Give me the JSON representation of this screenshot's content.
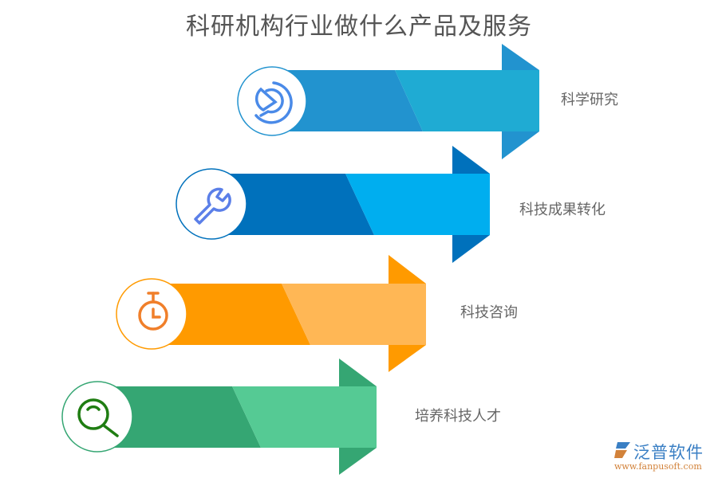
{
  "title": "科研机构行业做什么产品及服务",
  "items": [
    {
      "label": "科学研究",
      "icon": "pie-chart-icon",
      "dark": "#2293cf",
      "light": "#1fabd3",
      "head": "#2293cf",
      "ring": "#2293cf",
      "glyph": "#4a8ae8"
    },
    {
      "label": "科技成果转化",
      "icon": "wrench-icon",
      "dark": "#0071bc",
      "light": "#00aeef",
      "head": "#0071bc",
      "ring": "#0071bc",
      "glyph": "#5b7fe8"
    },
    {
      "label": "科技咨询",
      "icon": "stopwatch-icon",
      "dark": "#ff9a00",
      "light": "#ffb755",
      "head": "#ff9a00",
      "ring": "#ff9a00",
      "glyph": "#f07f2a"
    },
    {
      "label": "培养科技人才",
      "icon": "search-icon",
      "dark": "#35a673",
      "light": "#55ca94",
      "head": "#35a673",
      "ring": "#35a673",
      "glyph": "#1f7d12"
    }
  ],
  "logo": {
    "name": "泛普软件",
    "url": "www.fanpusoft.com"
  }
}
